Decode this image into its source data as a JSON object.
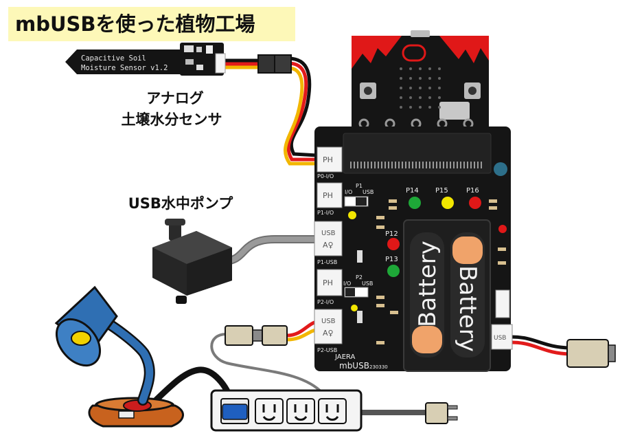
{
  "title": "mbUSBを使った植物工場",
  "labels": {
    "sensor_line1": "アナログ",
    "sensor_line2": "土壌水分センサ",
    "pump": "USB水中ポンプ"
  },
  "sensor": {
    "line1": "Capacitive  Soil",
    "line2": "Moisture Sensor v1.2"
  },
  "board": {
    "brand": "JAERA",
    "name": "mbUSB",
    "code": "230330",
    "ports": [
      {
        "label": "PH",
        "sub": "P0-I/O"
      },
      {
        "label": "PH",
        "sub": "P1-I/O"
      },
      {
        "label": "USB",
        "icon": "A♀",
        "sub": "P1-USB"
      },
      {
        "label": "PH",
        "sub": "P2-I/O"
      },
      {
        "label": "USB",
        "icon": "A♀",
        "sub": "P2-USB"
      }
    ],
    "switch_p1": {
      "left": "I/O",
      "title": "P1",
      "right": "USB"
    },
    "switch_p2": {
      "left": "I/O",
      "title": "P2",
      "right": "USB"
    },
    "leds": [
      "P14",
      "P15",
      "P16",
      "P12",
      "P13"
    ],
    "usb_out": "USB"
  },
  "battery_label": "Battery",
  "colors": {
    "title_bg": "#fdf8b8",
    "board": "#151515",
    "microbit_red": "#e01818",
    "pump": "#2a2a2a",
    "lamp_blue": "#2f6fb3",
    "cable_gray": "#8a8a8a",
    "wire_red": "#e21b1b",
    "wire_yellow": "#f2b600"
  }
}
